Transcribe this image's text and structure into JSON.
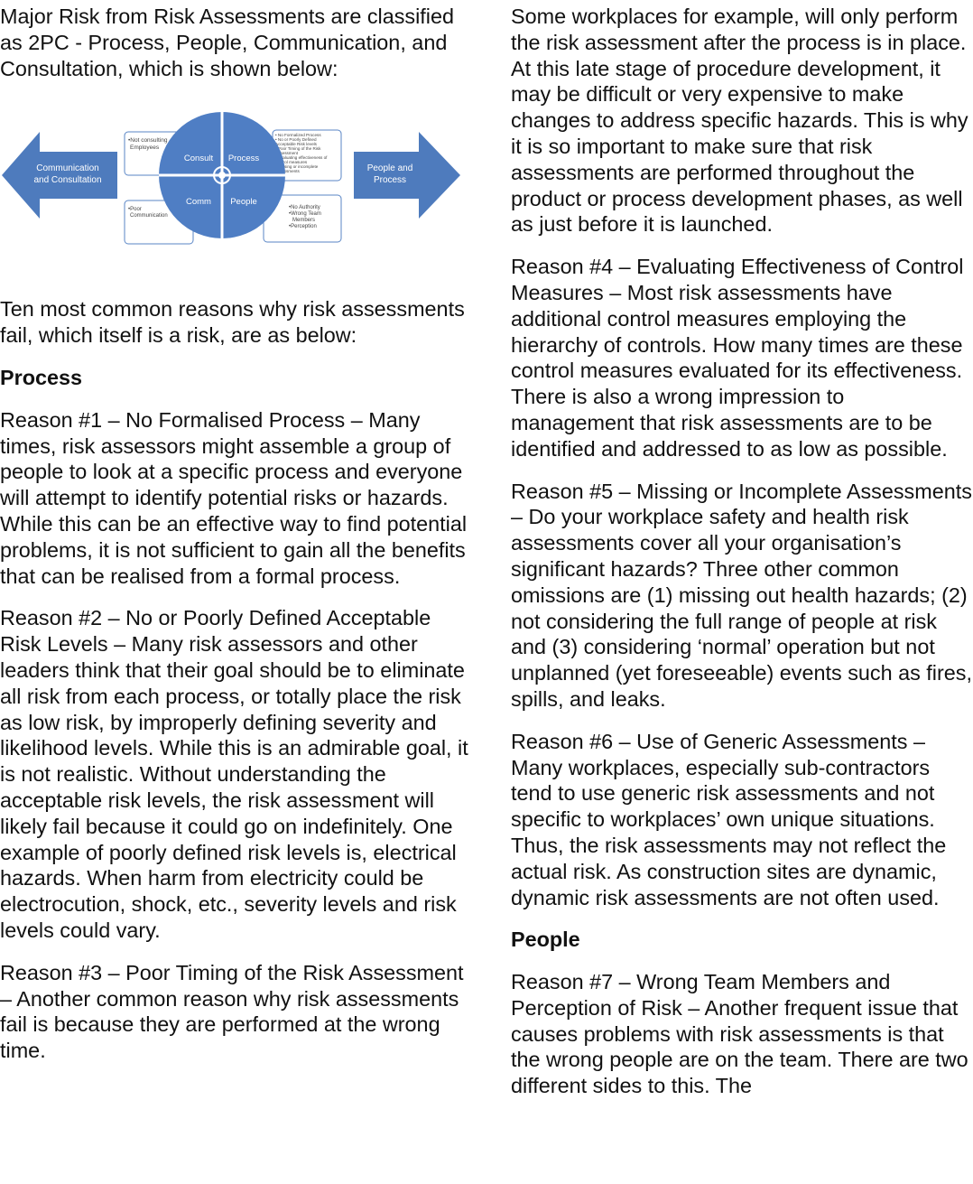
{
  "left_column": {
    "intro": "Major Risk from Risk Assessments are classified as 2PC - Process, People, Communication, and Consultation, which is shown below:",
    "diagram": {
      "left_arrow_lines": [
        "Communication",
        "and Consultation"
      ],
      "right_arrow_lines": [
        "People and",
        "Process"
      ],
      "quadrants": [
        "Consult",
        "Process",
        "Comm",
        "People"
      ],
      "box_top_left": [
        "•Not consulting",
        "Employees"
      ],
      "box_top_right": [
        "• No Formalized Process",
        "• No or Poorly Defined",
        "  Acceptable Risk levels",
        "• Poor Timing of the Risk",
        "  Assessment",
        "• Evaluating effectiveness of",
        "  control measures",
        "• Missing or incomplete",
        "  assessments"
      ],
      "box_bottom_left": [
        "•Poor",
        "Communication"
      ],
      "box_bottom_right": [
        "•No Authority",
        "•Wrong Team",
        "Members",
        "•Perception"
      ],
      "colors": {
        "arrow_fill": "#4e7bbd",
        "circle_fill": "#4f7ec4",
        "box_stroke": "#5a86c6"
      }
    },
    "reasons_intro": "Ten most common reasons why risk assessments fail, which itself is a risk, are as below:",
    "process_heading": "Process",
    "reason1": "Reason #1 – No Formalised Process – Many times, risk assessors might assemble a group of people to look at a specific process and everyone will attempt to identify potential risks or hazards. While this can be an effective way to find potential problems, it is not sufficient to gain all the benefits that can be realised from a formal process.",
    "reason2": "Reason #2 – No or Poorly Defined Acceptable Risk Levels – Many risk assessors and other leaders think that their goal should be to eliminate all risk from each process, or totally place the risk as low risk, by improperly defining severity and likelihood levels.  While this is an admirable goal, it is not realistic. Without understanding the acceptable risk levels, the risk assessment will likely fail because it could go on indefinitely. One example of poorly defined risk levels is, electrical hazards. When harm from electricity could be electrocution, shock, etc., severity levels and risk levels could vary.",
    "reason3_start": "Reason #3 – Poor Timing of the Risk Assessment – Another common reason why risk assessments fail is because they are performed at the wrong time."
  },
  "right_column": {
    "reason3_cont": "Some workplaces for example, will only perform the risk assessment after the process is in place. At this late stage of procedure development, it may be difficult or very expensive to make changes to address specific hazards. This is why it is so important to make sure that risk assessments are performed throughout the product or process development phases, as well as just before it is launched.",
    "reason4": "Reason #4 – Evaluating Effectiveness of Control Measures – Most risk assessments have additional control measures employing the hierarchy of controls. How many times are these control measures evaluated for its effectiveness. There is also a wrong impression to management that risk assessments are to be identified and addressed to as low as possible.",
    "reason5": "Reason #5 – Missing or Incomplete Assessments – Do your workplace safety and health risk assessments cover all your organisation’s significant hazards? Three other common omissions are (1) missing out health hazards; (2) not considering the full range of people at risk and (3) considering ‘normal’ operation but not unplanned (yet foreseeable) events such as fires, spills, and leaks.",
    "reason6": "Reason #6 – Use of Generic Assessments – Many workplaces, especially sub-contractors tend to use generic risk assessments and not specific to workplaces’ own unique situations. Thus, the risk assessments may not reflect the actual risk. As construction sites are dynamic, dynamic risk assessments are not often used.",
    "people_heading": "People",
    "reason7_start": "Reason #7 – Wrong Team Members and Perception of Risk – Another frequent issue that causes problems with risk assessments is that the wrong people are on the team. There are two different sides to this. The"
  }
}
